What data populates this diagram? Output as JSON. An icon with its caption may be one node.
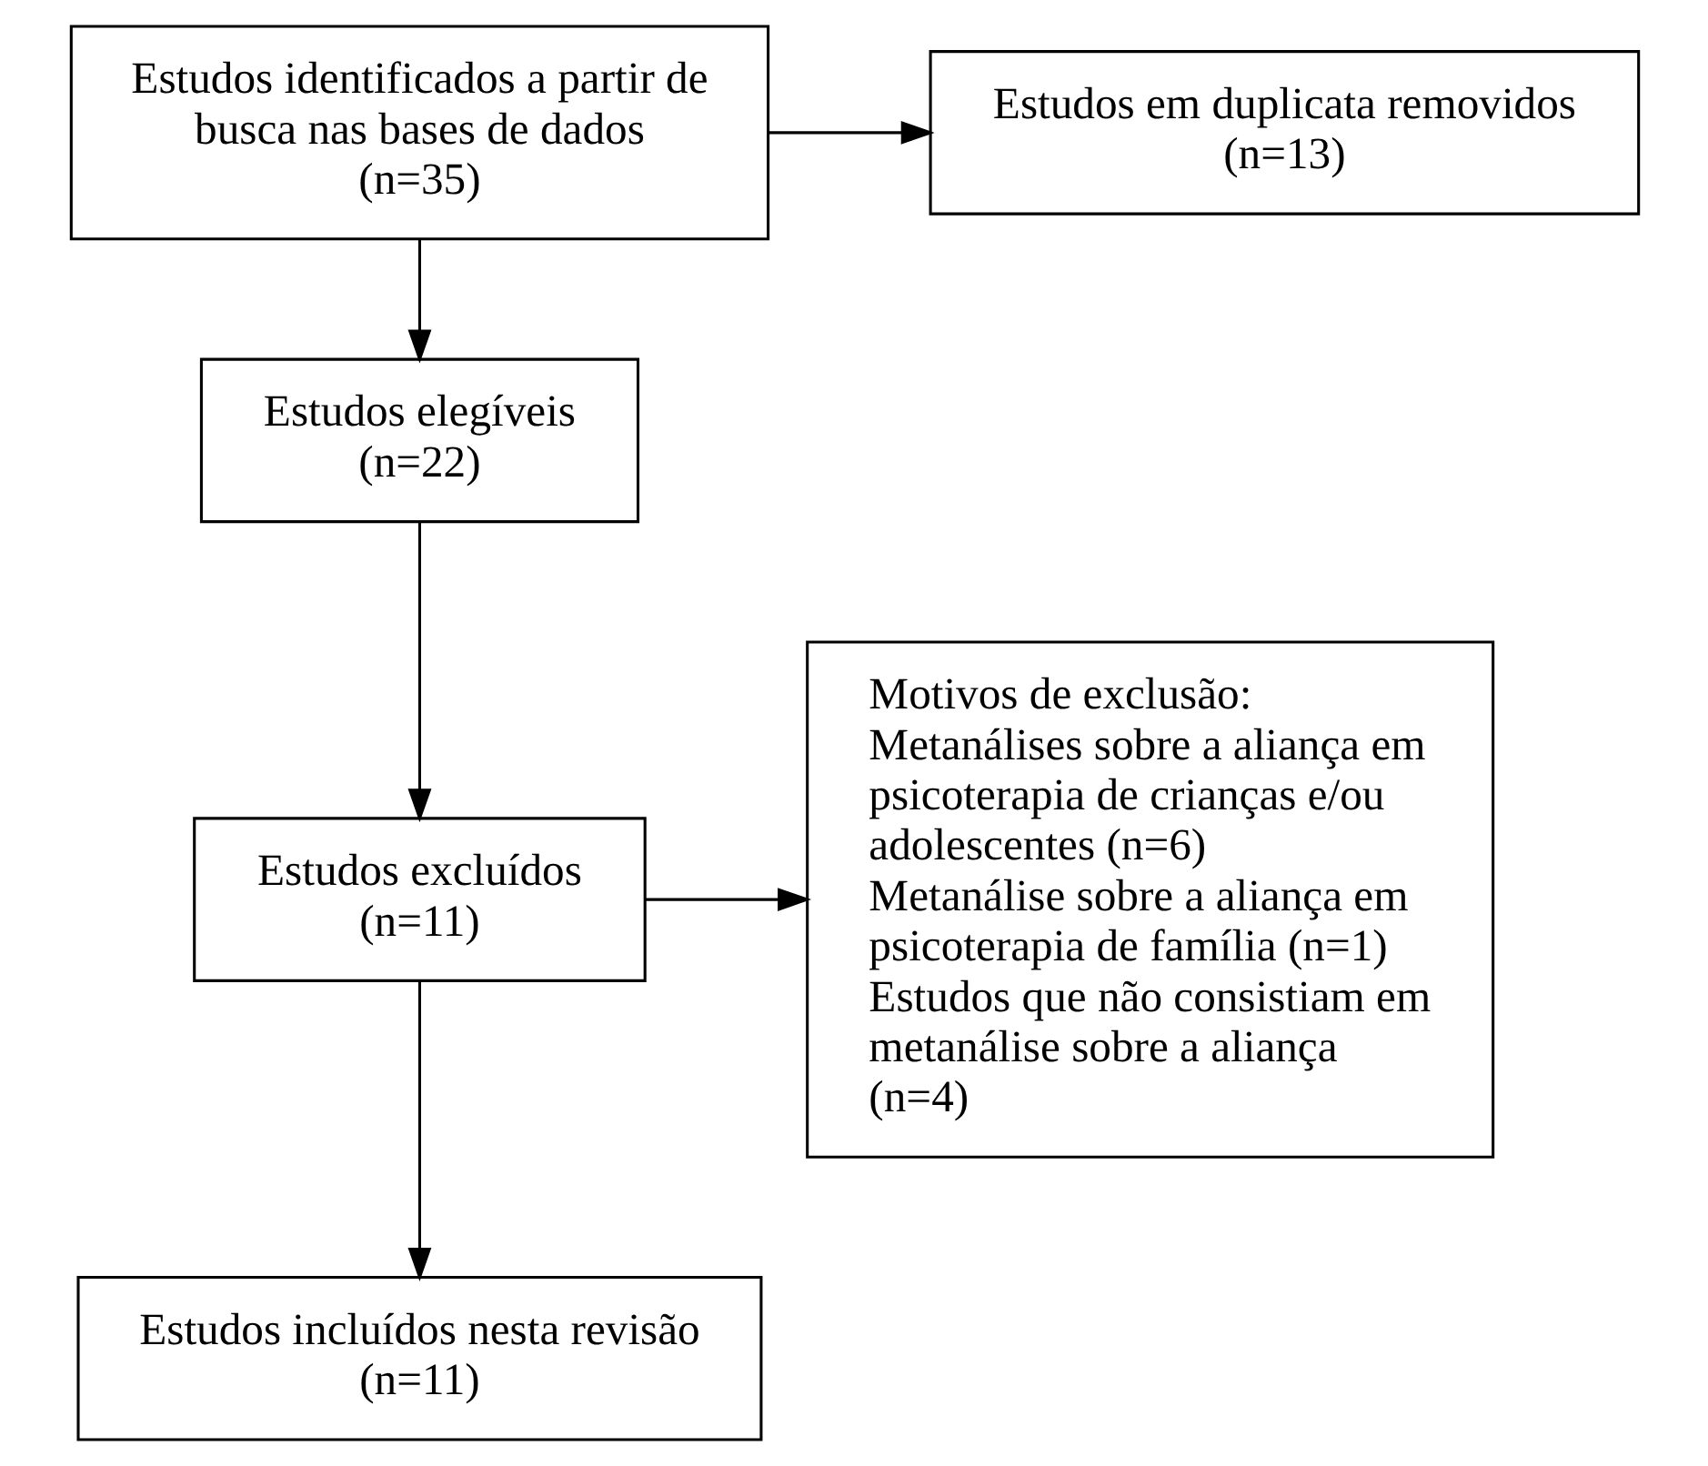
{
  "diagram": {
    "nodes": [
      {
        "text": [
          "Estudos identificados a partir de busca nas bases de dados",
          "(n=35)"
        ]
      },
      {
        "text": [
          "Estudos em duplicata removidos",
          "(n=13)"
        ]
      },
      {
        "text": [
          "Estudos elegíveis",
          "(n=22)"
        ]
      },
      {
        "text": [
          "Estudos excluídos",
          "(n=11)"
        ]
      },
      {
        "text": [
          "Motivos de exclusão:",
          "Metanálises sobre a aliança em psicoterapia de crianças e/ou adolescentes (n=6)",
          "Metanálise sobre a aliança em psicoterapia de família (n=1)",
          "Estudos que não consistiam em metanálise sobre a aliança (n=4)"
        ]
      },
      {
        "text": [
          "Estudos incluídos nesta revisão",
          "(n=11)"
        ]
      }
    ],
    "edges": [
      {
        "from": 0,
        "to": 2,
        "arrow": "to"
      },
      {
        "from": 0,
        "to": 1,
        "arrow": "to"
      },
      {
        "from": 2,
        "to": 3,
        "arrow": "to"
      },
      {
        "from": 3,
        "to": 5,
        "arrow": "to"
      },
      {
        "from": 3,
        "to": 4,
        "arrow": "to"
      }
    ]
  }
}
